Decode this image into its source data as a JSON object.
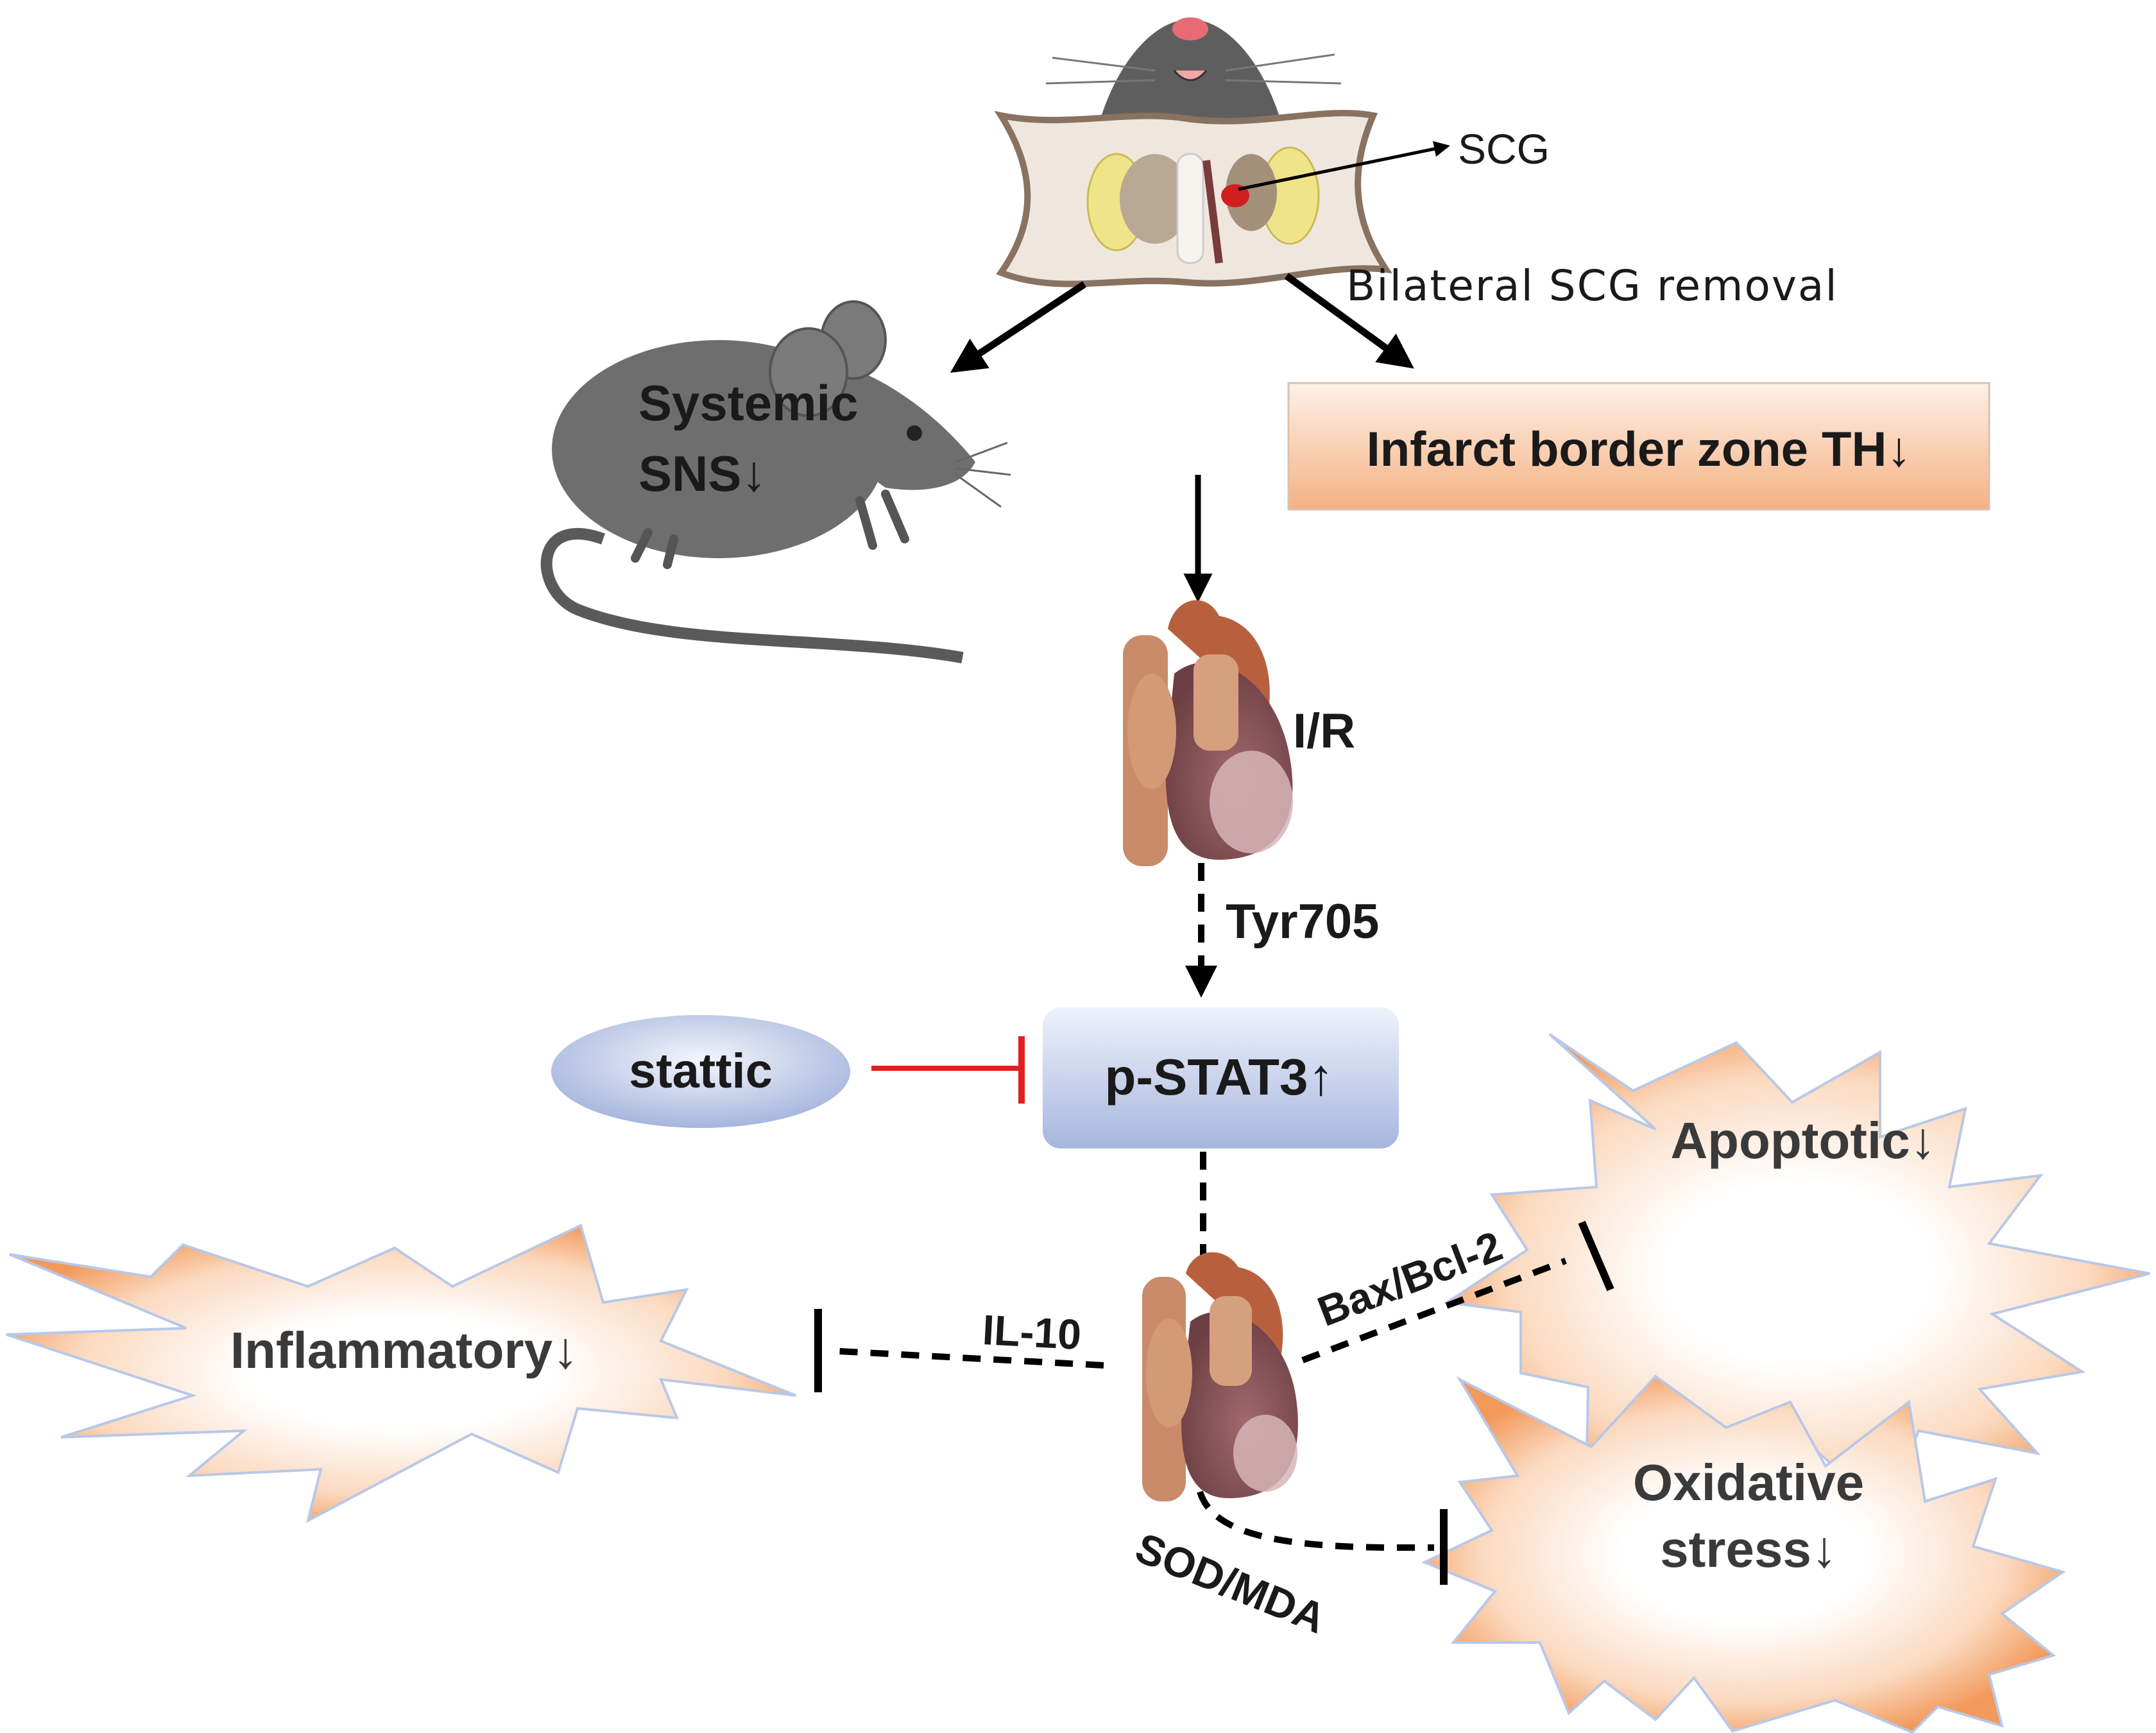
{
  "labels": {
    "scg": "SCG",
    "scg_removal": "Bilateral SCG removal",
    "systemic_sns": [
      "Systemic",
      "SNS↓"
    ],
    "infarct_th": "Infarct border zone TH↓",
    "ir": "I/R",
    "tyr705": "Tyr705",
    "stattic": "stattic",
    "pstat3": "p-STAT3↑",
    "apoptotic": "Apoptotic↓",
    "inflammatory": "Inflammatory↓",
    "oxidative": [
      "Oxidative",
      "stress↓"
    ],
    "il10": "IL-10",
    "bax_bcl2": "Bax/Bcl-2",
    "sod_mda": "SOD/MDA"
  },
  "colors": {
    "arrow": "#000000",
    "inhibit_red": "#e02020",
    "box_orange_top": "#fde9d8",
    "box_orange_bottom": "#f6b98a",
    "box_blue_top": "#e9eef9",
    "box_blue_bottom": "#a9b8df",
    "burst_center": "#ffffff",
    "burst_edge": "#f4a46c",
    "burst_stroke": "#b9c8e6",
    "mouse_gray": "#6e6e6e",
    "heart_muscle": "#8b5a5a",
    "heart_vessel": "#c98b6a"
  },
  "icons": [
    "dissected-mouse-icon",
    "mouse-icon",
    "heart-icon"
  ]
}
